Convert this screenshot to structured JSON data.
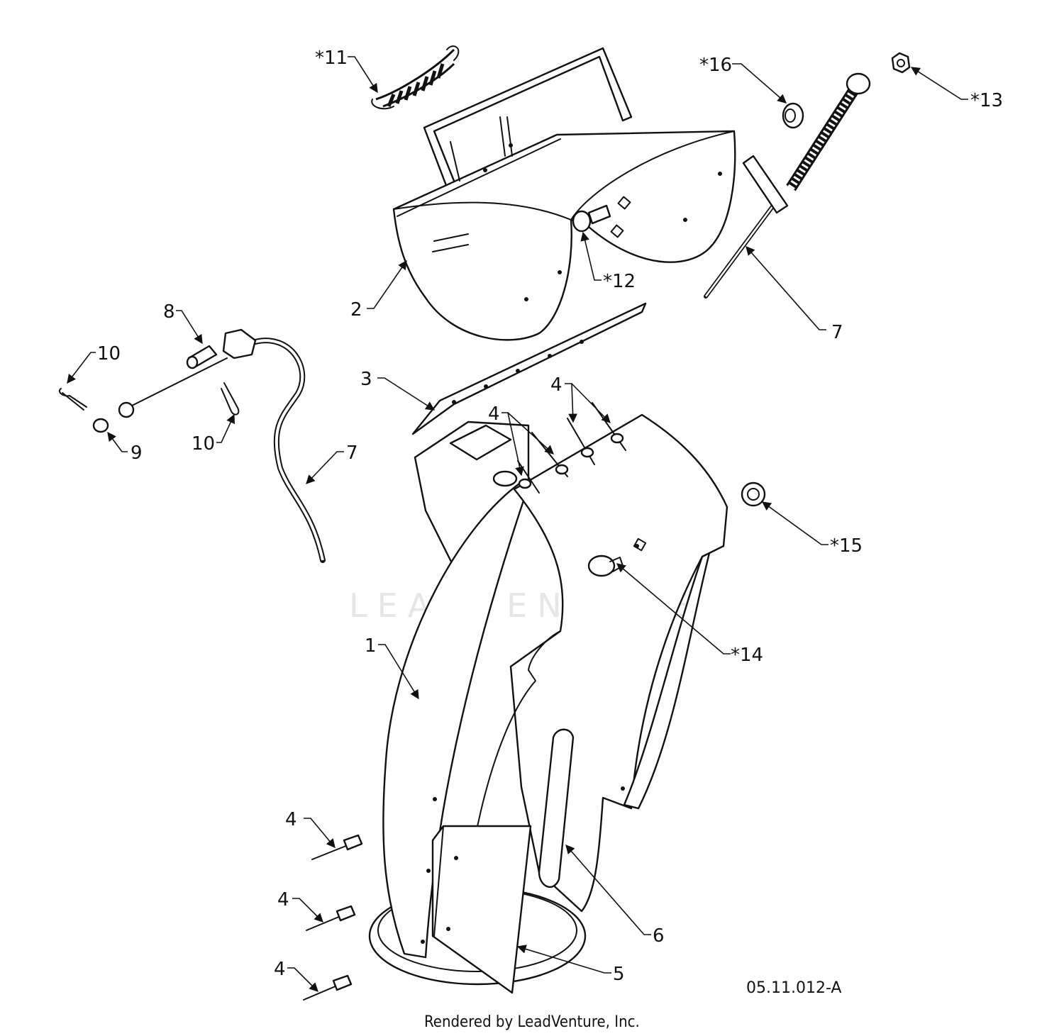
{
  "diagram": {
    "drawing_id": "05.11.012-A",
    "credit": "Rendered by LeadVenture, Inc.",
    "watermark": "LEADVENTURE",
    "callouts": {
      "c11": "*11",
      "c16": "*16",
      "c13": "*13",
      "c12": "*12",
      "c2": "2",
      "c7a": "7",
      "c8": "8",
      "c10a": "10",
      "c9": "9",
      "c10b": "10",
      "c7b": "7",
      "c3": "3",
      "c4a": "4",
      "c4b": "4",
      "c15": "*15",
      "c14": "*14",
      "c1": "1",
      "c4c": "4",
      "c4d": "4",
      "c4e": "4",
      "c6": "6",
      "c5": "5"
    }
  }
}
